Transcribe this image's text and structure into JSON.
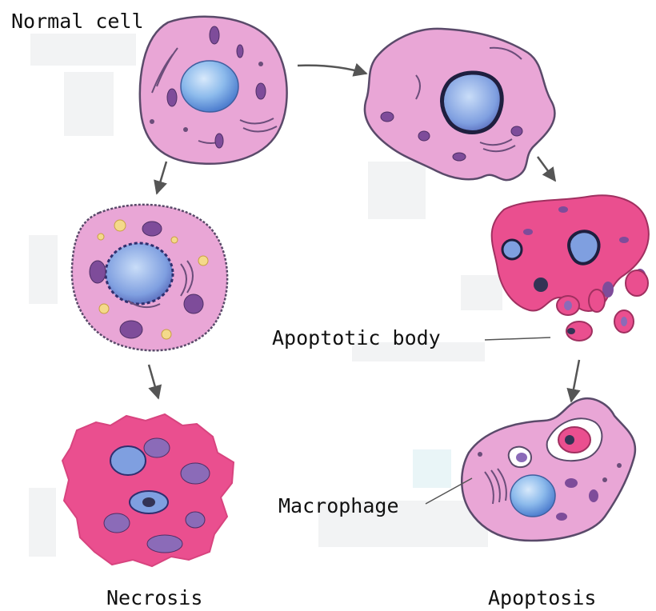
{
  "labels": {
    "normal_cell": "Normal cell",
    "apoptotic_body": "Apoptotic body",
    "macrophage": "Macrophage",
    "necrosis": "Necrosis",
    "apoptosis": "Apoptosis"
  },
  "colors": {
    "cytoplasm": "#e9a6d6",
    "cytoplasm_dark": "#ea4f8f",
    "outline": "#5a4a6a",
    "nucleus": "#7fb3ea",
    "nucleus_light": "#cfe3fa",
    "organelle": "#7e4c9a",
    "vacuole": "#f4d98a",
    "arrow": "#555555"
  }
}
